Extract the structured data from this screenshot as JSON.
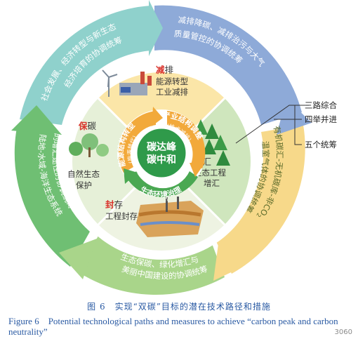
{
  "diagram": {
    "center": {
      "line1": "碳达峰",
      "line2": "碳中和"
    },
    "inner_arcs": {
      "left": {
        "main": "能源结构转型",
        "sub": "(能源替代)"
      },
      "right": {
        "main": "产业结构调整",
        "sub": "(技术减排)"
      },
      "bottom": {
        "main": "生态环境治理",
        "sub": "(网络优化)"
      }
    },
    "sectors": {
      "top": {
        "highlight": "减",
        "rest": "排",
        "line1": "能源转型",
        "line2": "工业减排"
      },
      "right": {
        "highlight": "增",
        "rest": "汇",
        "line1": "生态工程",
        "line2": "增汇"
      },
      "bottom": {
        "highlight": "封",
        "rest": "存",
        "line1": "工程封存"
      },
      "left": {
        "highlight": "保",
        "rest": "碳",
        "line1": "自然生态",
        "line2": "保护"
      }
    },
    "outer_ring": {
      "top_left": {
        "line1": "社会发展、经济转型与新生态",
        "line2": "经济培育的协调统筹"
      },
      "top_right": {
        "line1": "减排降碳、减排治污与大气",
        "line2": "质量管控的协调统筹"
      },
      "right": {
        "line1": "有机碳汇-无机碳库-非CO",
        "sub": "2",
        "line2": "温室气体的协调统筹"
      },
      "bottom": {
        "line1": "生态保碳、绿化增汇与",
        "line2": "美丽中国建设的协调统筹"
      },
      "left": {
        "line1": "陆地-水域-海洋生态系统",
        "line2": "的增汇途径的协调统筹"
      }
    },
    "legend": {
      "item1": "三路综合",
      "item2": "四举并进",
      "item3": "五个统筹"
    }
  },
  "caption": {
    "zh": "图 6　实现“双碳”目标的潜在技术路径和措施",
    "en": "Figure 6　Potential technological paths and measures to achieve “carbon peak and carbon neutrality”"
  },
  "watermark": "3060",
  "colors": {
    "teal": "#8fd1cc",
    "blue": "#8eaad8",
    "yellow": "#f7d98a",
    "green_light": "#a9d58a",
    "green_mid": "#6fbf73",
    "green_dark": "#2f9a4a",
    "orange": "#f2a93b",
    "red": "#d9322b"
  }
}
